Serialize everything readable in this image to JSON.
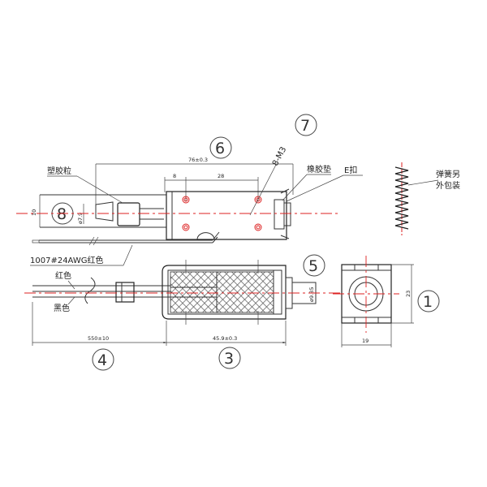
{
  "drawing": {
    "type": "solenoid-outline-drawing",
    "balloons": [
      {
        "id": "1",
        "label": "1"
      },
      {
        "id": "3",
        "label": "3"
      },
      {
        "id": "4",
        "label": "4"
      },
      {
        "id": "5",
        "label": "5"
      },
      {
        "id": "6",
        "label": "6"
      },
      {
        "id": "7",
        "label": "7"
      },
      {
        "id": "8",
        "label": "8"
      }
    ],
    "callouts": {
      "plastic_bead": "塑胶粒",
      "rubber_pad": "橡胶垫",
      "e_clip": "E扣",
      "spring_note_line1": "弹簧另",
      "spring_note_line2": "外包装",
      "wire_spec": "1007#24AWG红色",
      "red_wire": "红色",
      "black_wire": "黑色",
      "screw_holes": "8-M3"
    },
    "dimensions": {
      "top_overall": "76±0.3",
      "top_hole_offset": "8",
      "top_hole_pitch": "28",
      "top_height": "10",
      "plunger_dia": "ø7.9",
      "lead_length": "550±10",
      "body_length": "45.9±0.3",
      "shaft_dia": "ø9.85",
      "end_height": "23",
      "end_width": "19"
    }
  }
}
